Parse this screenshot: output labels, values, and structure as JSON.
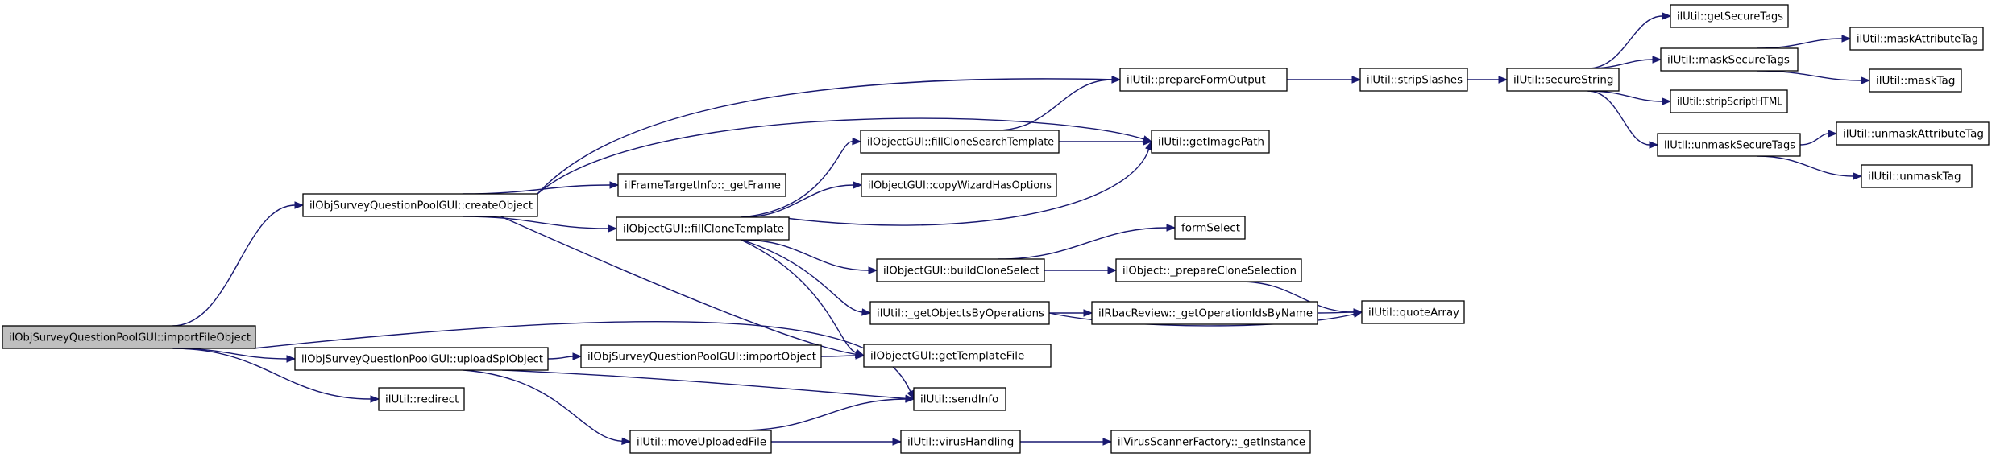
{
  "diagram": {
    "type": "call-graph",
    "colors": {
      "edge": "#191970",
      "root_fill": "#bfbfbf",
      "node_fill": "#ffffff",
      "node_border": "#000000"
    },
    "nodes": [
      {
        "id": "n0",
        "label": "ilObjSurveyQuestionPoolGUI::importFileObject",
        "root": true
      },
      {
        "id": "n1",
        "label": "ilObjSurveyQuestionPoolGUI::createObject"
      },
      {
        "id": "n2",
        "label": "ilObjSurveyQuestionPoolGUI::uploadSplObject"
      },
      {
        "id": "n3",
        "label": "ilUtil::redirect"
      },
      {
        "id": "n4",
        "label": "ilFrameTargetInfo::_getFrame"
      },
      {
        "id": "n5",
        "label": "ilObjectGUI::fillCloneTemplate"
      },
      {
        "id": "n6",
        "label": "ilObjSurveyQuestionPoolGUI::importObject"
      },
      {
        "id": "n7",
        "label": "ilUtil::moveUploadedFile"
      },
      {
        "id": "n8",
        "label": "ilObjectGUI::fillCloneSearchTemplate"
      },
      {
        "id": "n9",
        "label": "ilObjectGUI::copyWizardHasOptions"
      },
      {
        "id": "n10",
        "label": "ilObjectGUI::buildCloneSelect"
      },
      {
        "id": "n11",
        "label": "ilUtil::_getObjectsByOperations"
      },
      {
        "id": "n12",
        "label": "ilObjectGUI::getTemplateFile"
      },
      {
        "id": "n13",
        "label": "ilUtil::sendInfo"
      },
      {
        "id": "n14",
        "label": "ilUtil::virusHandling"
      },
      {
        "id": "n15",
        "label": "ilUtil::prepareFormOutput"
      },
      {
        "id": "n16",
        "label": "ilUtil::getImagePath"
      },
      {
        "id": "n17",
        "label": "formSelect"
      },
      {
        "id": "n18",
        "label": "ilObject::_prepareCloneSelection"
      },
      {
        "id": "n19",
        "label": "ilRbacReview::_getOperationIdsByName"
      },
      {
        "id": "n20",
        "label": "ilUtil::quoteArray"
      },
      {
        "id": "n21",
        "label": "ilVirusScannerFactory::_getInstance"
      },
      {
        "id": "n22",
        "label": "ilUtil::stripSlashes"
      },
      {
        "id": "n23",
        "label": "ilUtil::secureString"
      },
      {
        "id": "n24",
        "label": "ilUtil::getSecureTags"
      },
      {
        "id": "n25",
        "label": "ilUtil::maskSecureTags"
      },
      {
        "id": "n26",
        "label": "ilUtil::stripScriptHTML"
      },
      {
        "id": "n27",
        "label": "ilUtil::unmaskSecureTags"
      },
      {
        "id": "n28",
        "label": "ilUtil::maskAttributeTag"
      },
      {
        "id": "n29",
        "label": "ilUtil::maskTag"
      },
      {
        "id": "n30",
        "label": "ilUtil::unmaskAttributeTag"
      },
      {
        "id": "n31",
        "label": "ilUtil::unmaskTag"
      }
    ],
    "edges": [
      [
        "n0",
        "n1"
      ],
      [
        "n0",
        "n13"
      ],
      [
        "n0",
        "n2"
      ],
      [
        "n0",
        "n3"
      ],
      [
        "n1",
        "n15"
      ],
      [
        "n1",
        "n16"
      ],
      [
        "n1",
        "n4"
      ],
      [
        "n1",
        "n5"
      ],
      [
        "n1",
        "n12"
      ],
      [
        "n2",
        "n6"
      ],
      [
        "n2",
        "n13"
      ],
      [
        "n2",
        "n7"
      ],
      [
        "n5",
        "n8"
      ],
      [
        "n5",
        "n9"
      ],
      [
        "n5",
        "n16"
      ],
      [
        "n5",
        "n10"
      ],
      [
        "n5",
        "n11"
      ],
      [
        "n5",
        "n12"
      ],
      [
        "n6",
        "n12"
      ],
      [
        "n7",
        "n13"
      ],
      [
        "n7",
        "n14"
      ],
      [
        "n8",
        "n15"
      ],
      [
        "n8",
        "n16"
      ],
      [
        "n10",
        "n17"
      ],
      [
        "n10",
        "n18"
      ],
      [
        "n11",
        "n19"
      ],
      [
        "n11",
        "n20"
      ],
      [
        "n14",
        "n21"
      ],
      [
        "n15",
        "n22"
      ],
      [
        "n18",
        "n20"
      ],
      [
        "n19",
        "n20"
      ],
      [
        "n22",
        "n23"
      ],
      [
        "n23",
        "n24"
      ],
      [
        "n23",
        "n25"
      ],
      [
        "n23",
        "n26"
      ],
      [
        "n23",
        "n27"
      ],
      [
        "n25",
        "n28"
      ],
      [
        "n25",
        "n29"
      ],
      [
        "n27",
        "n30"
      ],
      [
        "n27",
        "n31"
      ]
    ]
  }
}
